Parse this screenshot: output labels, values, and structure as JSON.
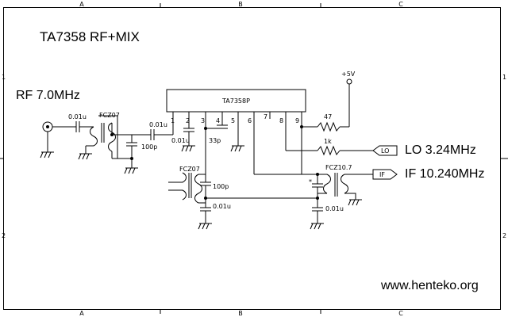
{
  "title": "TA7358 RF+MIX",
  "website": "www.henteko.org",
  "grid": {
    "columns": [
      "A",
      "B",
      "C"
    ],
    "rows": [
      "1",
      "2"
    ]
  },
  "chip": {
    "label": "TA7358P",
    "pins": [
      "1",
      "2",
      "3",
      "4",
      "5",
      "6",
      "7",
      "8",
      "9"
    ]
  },
  "signals": {
    "rf": "RF 7.0MHz",
    "lo": "LO 3.24MHz",
    "if": "IF 10.240MHz",
    "lo_tag": "LO",
    "if_tag": "IF"
  },
  "power": {
    "vcc": "+5V"
  },
  "components": {
    "c_in": "0.01u",
    "coil_in": "FCZ07",
    "c_tank_in": "100p",
    "c_pin1": "0.01u",
    "c_pin2": "0.01u",
    "c_pin4": "33p",
    "coil_osc": "FCZ07",
    "c_tank_osc": "100p",
    "c_osc_byp": "0.01u",
    "coil_if": "FCZ10.7",
    "c_if_star": "*",
    "c_if_byp": "0.01u",
    "r_vcc": "47",
    "r_lo": "1k"
  }
}
